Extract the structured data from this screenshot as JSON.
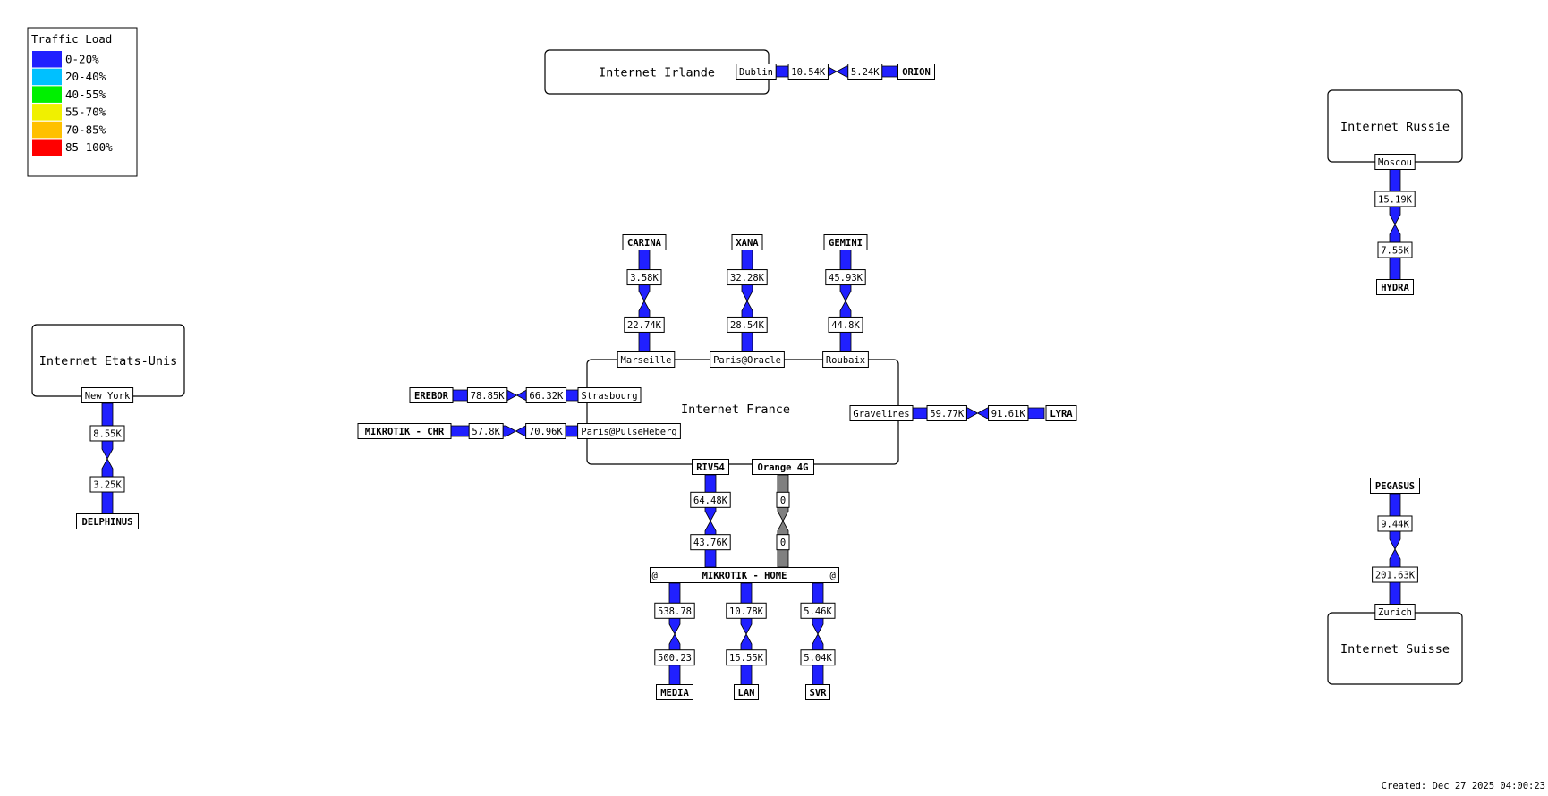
{
  "legend": {
    "title": "Traffic Load",
    "items": [
      {
        "label": "0-20%",
        "color": "#2020ff"
      },
      {
        "label": "20-40%",
        "color": "#00c0ff"
      },
      {
        "label": "40-55%",
        "color": "#00f000"
      },
      {
        "label": "55-70%",
        "color": "#f0f000"
      },
      {
        "label": "70-85%",
        "color": "#ffc000"
      },
      {
        "label": "85-100%",
        "color": "#ff0000"
      }
    ]
  },
  "colors": {
    "link_active": "#2020ff",
    "link_inactive": "#808080"
  },
  "clouds": [
    {
      "id": "irlande",
      "label": "Internet Irlande"
    },
    {
      "id": "etats-unis",
      "label": "Internet Etats-Unis"
    },
    {
      "id": "france",
      "label": "Internet France"
    },
    {
      "id": "russie",
      "label": "Internet Russie"
    },
    {
      "id": "suisse",
      "label": "Internet Suisse"
    }
  ],
  "nodes": [
    {
      "id": "dublin",
      "label": "Dublin",
      "bold": false
    },
    {
      "id": "orion",
      "label": "ORION",
      "bold": true
    },
    {
      "id": "newyork",
      "label": "New York",
      "bold": false
    },
    {
      "id": "delphinus",
      "label": "DELPHINUS",
      "bold": true
    },
    {
      "id": "moscou",
      "label": "Moscou",
      "bold": false
    },
    {
      "id": "hydra",
      "label": "HYDRA",
      "bold": true
    },
    {
      "id": "zurich",
      "label": "Zurich",
      "bold": false
    },
    {
      "id": "pegasus",
      "label": "PEGASUS",
      "bold": true
    },
    {
      "id": "carina",
      "label": "CARINA",
      "bold": true
    },
    {
      "id": "xana",
      "label": "XANA",
      "bold": true
    },
    {
      "id": "gemini",
      "label": "GEMINI",
      "bold": true
    },
    {
      "id": "marseille",
      "label": "Marseille",
      "bold": false
    },
    {
      "id": "parisoracle",
      "label": "Paris@Oracle",
      "bold": false
    },
    {
      "id": "roubaix",
      "label": "Roubaix",
      "bold": false
    },
    {
      "id": "erebor",
      "label": "EREBOR",
      "bold": true
    },
    {
      "id": "strasbourg",
      "label": "Strasbourg",
      "bold": false
    },
    {
      "id": "mikrotikchr",
      "label": "MIKROTIK - CHR",
      "bold": true
    },
    {
      "id": "parispulse",
      "label": "Paris@PulseHeberg",
      "bold": false
    },
    {
      "id": "gravelines",
      "label": "Gravelines",
      "bold": false
    },
    {
      "id": "lyra",
      "label": "LYRA",
      "bold": true
    },
    {
      "id": "riv54",
      "label": "RIV54",
      "bold": true
    },
    {
      "id": "orange4g",
      "label": "Orange 4G",
      "bold": true
    },
    {
      "id": "mikrotikhome",
      "label": "MIKROTIK - HOME",
      "bold": true,
      "icon_left": "@",
      "icon_right": "@"
    },
    {
      "id": "media",
      "label": "MEDIA",
      "bold": true
    },
    {
      "id": "lan",
      "label": "LAN",
      "bold": true
    },
    {
      "id": "svr",
      "label": "SVR",
      "bold": true
    }
  ],
  "links": [
    {
      "id": "dublin-orion",
      "from": "Dublin",
      "to": "ORION",
      "in": "10.54K",
      "out": "5.24K",
      "status": "active"
    },
    {
      "id": "newyork-delphinus",
      "from": "New York",
      "to": "DELPHINUS",
      "in": "8.55K",
      "out": "3.25K",
      "status": "active"
    },
    {
      "id": "moscou-hydra",
      "from": "Moscou",
      "to": "HYDRA",
      "in": "15.19K",
      "out": "7.55K",
      "status": "active"
    },
    {
      "id": "pegasus-zurich",
      "from": "PEGASUS",
      "to": "Zurich",
      "in": "9.44K",
      "out": "201.63K",
      "status": "active"
    },
    {
      "id": "carina-marseille",
      "from": "CARINA",
      "to": "Marseille",
      "in": "3.58K",
      "out": "22.74K",
      "status": "active"
    },
    {
      "id": "xana-parisoracle",
      "from": "XANA",
      "to": "Paris@Oracle",
      "in": "32.28K",
      "out": "28.54K",
      "status": "active"
    },
    {
      "id": "gemini-roubaix",
      "from": "GEMINI",
      "to": "Roubaix",
      "in": "45.93K",
      "out": "44.8K",
      "status": "active"
    },
    {
      "id": "erebor-strasbourg",
      "from": "EREBOR",
      "to": "Strasbourg",
      "in": "78.85K",
      "out": "66.32K",
      "status": "active"
    },
    {
      "id": "chr-pulse",
      "from": "MIKROTIK - CHR",
      "to": "Paris@PulseHeberg",
      "in": "57.8K",
      "out": "70.96K",
      "status": "active"
    },
    {
      "id": "gravelines-lyra",
      "from": "Gravelines",
      "to": "LYRA",
      "in": "59.77K",
      "out": "91.61K",
      "status": "active"
    },
    {
      "id": "riv54-home",
      "from": "RIV54",
      "to": "MIKROTIK - HOME",
      "in": "64.48K",
      "out": "43.76K",
      "status": "active"
    },
    {
      "id": "orange-home",
      "from": "Orange 4G",
      "to": "MIKROTIK - HOME",
      "in": "0",
      "out": "0",
      "status": "inactive"
    },
    {
      "id": "home-media",
      "from": "MIKROTIK - HOME",
      "to": "MEDIA",
      "in": "538.78",
      "out": "500.23",
      "status": "active"
    },
    {
      "id": "home-lan",
      "from": "MIKROTIK - HOME",
      "to": "LAN",
      "in": "10.78K",
      "out": "15.55K",
      "status": "active"
    },
    {
      "id": "home-svr",
      "from": "MIKROTIK - HOME",
      "to": "SVR",
      "in": "5.46K",
      "out": "5.04K",
      "status": "active"
    }
  ],
  "footer": {
    "created": "Created: Dec 27 2025 04:00:23"
  }
}
